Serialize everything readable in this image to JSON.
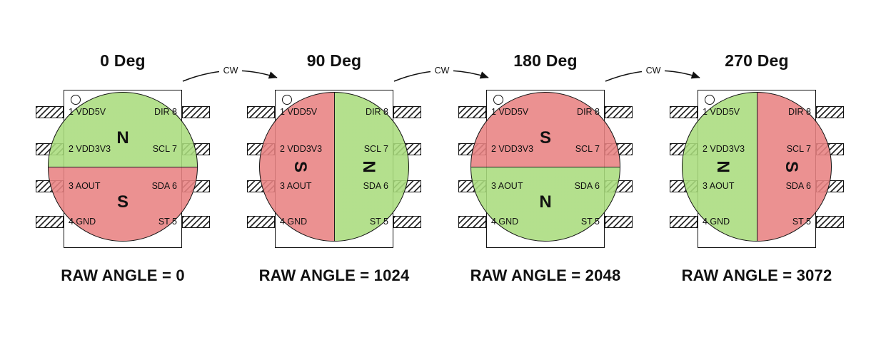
{
  "arrow_label": "CW",
  "colors": {
    "north": "#a9dc7d",
    "south": "#e88282",
    "outline": "#141414"
  },
  "pins": {
    "left": [
      "1 VDD5V",
      "2 VDD3V3",
      "3 AOUT",
      "4 GND"
    ],
    "right": [
      "DIR 8",
      "SCL 7",
      "SDA 6",
      "ST 5"
    ]
  },
  "panels": [
    {
      "title": "0 Deg",
      "raw_angle": "RAW ANGLE = 0",
      "split": "horizontal",
      "poles": [
        {
          "label": "N",
          "color_key": "north",
          "rot": 0
        },
        {
          "label": "S",
          "color_key": "south",
          "rot": 0
        }
      ]
    },
    {
      "title": "90 Deg",
      "raw_angle": "RAW ANGLE = 1024",
      "split": "vertical",
      "poles": [
        {
          "label": "S",
          "color_key": "south",
          "rot": 90
        },
        {
          "label": "N",
          "color_key": "north",
          "rot": 90
        }
      ]
    },
    {
      "title": "180 Deg",
      "raw_angle": "RAW ANGLE = 2048",
      "split": "horizontal",
      "poles": [
        {
          "label": "S",
          "color_key": "south",
          "rot": 0
        },
        {
          "label": "N",
          "color_key": "north",
          "rot": 0
        }
      ]
    },
    {
      "title": "270 Deg",
      "raw_angle": "RAW ANGLE = 3072",
      "split": "vertical",
      "poles": [
        {
          "label": "N",
          "color_key": "north",
          "rot": 90
        },
        {
          "label": "S",
          "color_key": "south",
          "rot": 90
        }
      ]
    }
  ]
}
